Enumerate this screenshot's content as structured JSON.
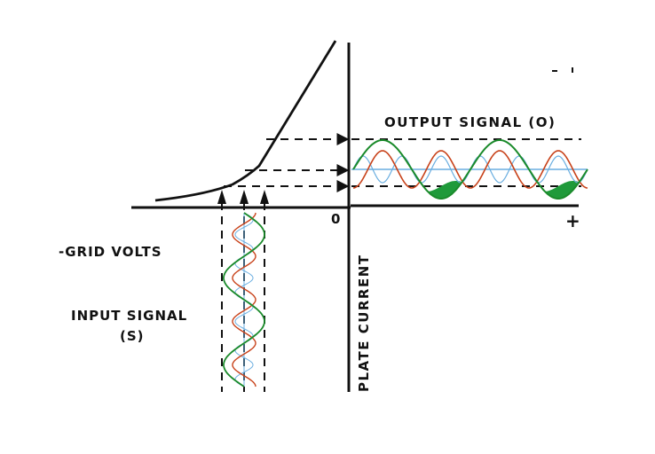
{
  "labels": {
    "output_signal": "OUTPUT SIGNAL (O)",
    "grid_volts": "-GRID VOLTS",
    "input_signal_line1": "INPUT SIGNAL",
    "input_signal_line2": "(S)",
    "plate_current": "PLATE CURRENT",
    "origin": "0",
    "plus": "+"
  },
  "colors": {
    "ink": "#111111",
    "fundamental": "#1a8a2a",
    "second_harmonic": "#c8421a",
    "third_harmonic": "#6aaee0",
    "distortion_fill": "#1f9a3a"
  }
}
